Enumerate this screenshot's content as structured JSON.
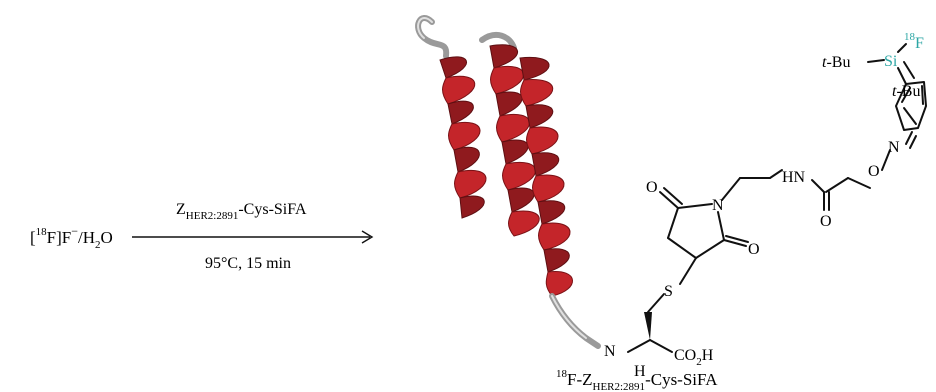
{
  "reagents": {
    "isotope": "18",
    "reactant_prefix": "[",
    "reactant_rest": "F]F",
    "charge": "−",
    "solvent_a": "/H",
    "solvent_sub": "2",
    "solvent_b": "O"
  },
  "conditions": {
    "above_main": "Z",
    "above_sub": "HER2:2891",
    "above_rest": "-Cys-SiFA",
    "below": "95°C, 15 min"
  },
  "product": {
    "iso": "18",
    "prefix": "F-Z",
    "sub": "HER2:2891",
    "rest": "-Cys-SiFA"
  },
  "atoms": {
    "t_bu_left": "t",
    "t_bu_left_rest": "-Bu",
    "t_bu_right": "t",
    "t_bu_right_rest": "-Bu",
    "si": "Si",
    "f_iso": "18",
    "f": "F",
    "n_oxime": "N",
    "o_oxime": "O",
    "hn": "HN",
    "o_amide": "O",
    "n_imide": "N",
    "o_imide_top": "O",
    "o_imide_bot": "O",
    "s": "S",
    "n_amine": "N",
    "h_amine": "H",
    "co2h": "CO",
    "co2h_sub": "2",
    "co2h_h": "H"
  },
  "colors": {
    "fluorine": "#2ca6a4",
    "helix": "#c4252a",
    "coil": "#9a9a9a"
  }
}
